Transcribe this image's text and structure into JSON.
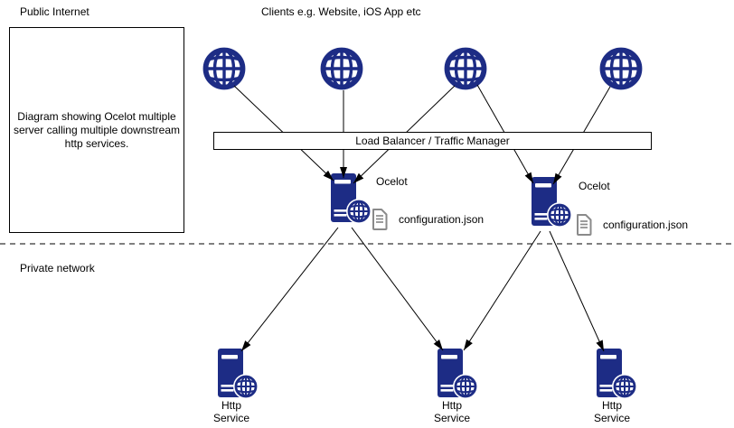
{
  "colors": {
    "icon_navy": "#1d2c85",
    "document_gray": "#8a8a8a",
    "line_color": "#000000"
  },
  "zones": {
    "public_label": "Public Internet",
    "private_label": "Private network"
  },
  "clients": {
    "title": "Clients e.g. Website, iOS App etc",
    "icons": [
      "globe-icon",
      "globe-icon",
      "globe-icon",
      "globe-icon"
    ]
  },
  "description_box": {
    "text": "Diagram showing Ocelot multiple\nserver calling multiple downstream\nhttp services."
  },
  "load_balancer": {
    "label": "Load Balancer / Traffic Manager"
  },
  "gateways": [
    {
      "label": "Ocelot",
      "config_label": "configuration.json",
      "icon": "server-globe-icon"
    },
    {
      "label": "Ocelot",
      "config_label": "configuration.json",
      "icon": "server-globe-icon"
    }
  ],
  "services": [
    {
      "label": "Http\nService",
      "icon": "server-globe-icon"
    },
    {
      "label": "Http\nService",
      "icon": "server-globe-icon"
    },
    {
      "label": "Http\nService",
      "icon": "server-globe-icon"
    }
  ]
}
